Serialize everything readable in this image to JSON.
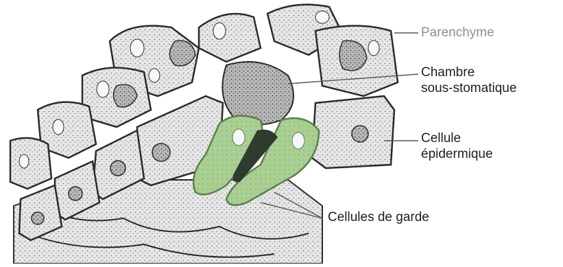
{
  "figure": {
    "colors": {
      "cell_fill": "#e4e4e4",
      "cell_outline": "#2a2a2a",
      "nucleus": "#3a3a3a",
      "vacuole": "#f7f7f7",
      "guard_cell_green": "#a9cf93",
      "guard_cell_outline": "#5d7f4d",
      "stoma_dark": "#2f3b2c"
    },
    "labels": {
      "parenchyme": "Parenchyme",
      "chambre_line1": "Chambre",
      "chambre_line2": "sous-stomatique",
      "cellule_line1": "Cellule",
      "cellule_line2": "épidermique",
      "cellules_garde": "Cellules de garde"
    }
  }
}
